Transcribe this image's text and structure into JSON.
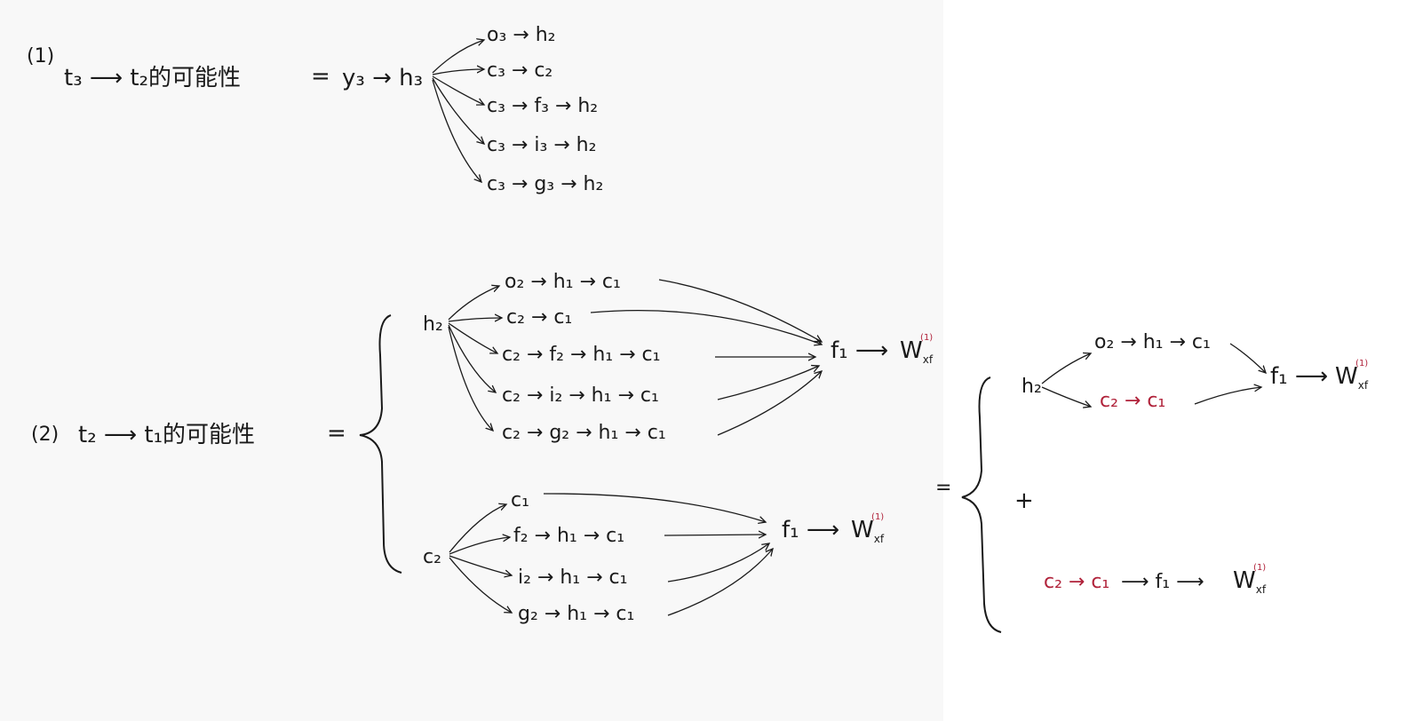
{
  "part1": {
    "label": "(1)",
    "lhs": "t₃ ⟶ t₂的可能性",
    "eq": "=",
    "chain": "y₃ → h₃",
    "branches": [
      "o₃ → h₂",
      "c₃ → c₂",
      "c₃ → f₃ → h₂",
      "c₃ → i₃ → h₂",
      "c₃ → g₃ → h₂"
    ]
  },
  "part2": {
    "label": "(2)",
    "lhs": "t₂ ⟶ t₁的可能性",
    "eq": "=",
    "upper_root": "h₂",
    "upper_branches": [
      "o₂ → h₁ → c₁",
      "c₂ → c₁",
      "c₂ → f₂ → h₁ → c₁",
      "c₂ → i₂ → h₁ → c₁",
      "c₂ → g₂ → h₁ → c₁"
    ],
    "upper_target": "f₁ ⟶",
    "lower_root": "c₂",
    "lower_branches": [
      "c₁",
      "f₂ → h₁ → c₁",
      "i₂ → h₁ → c₁",
      "g₂ → h₁ → c₁"
    ],
    "lower_target": "f₁ ⟶"
  },
  "weight": {
    "base": "W",
    "sub": "xf",
    "sup": "(1)"
  },
  "part3": {
    "eq": "=",
    "root": "h₂",
    "top_branch": "o₂ → h₁ → c₁",
    "red_branch": "c₂ → c₁",
    "target": "f₁ ⟶",
    "plus": "+",
    "bottom_red": "c₂ → c₁",
    "bottom_rest": "⟶ f₁ ⟶"
  },
  "colors": {
    "ink": "#1a1a1a",
    "red": "#b0223a",
    "left_bg": "#f8f8f8"
  }
}
